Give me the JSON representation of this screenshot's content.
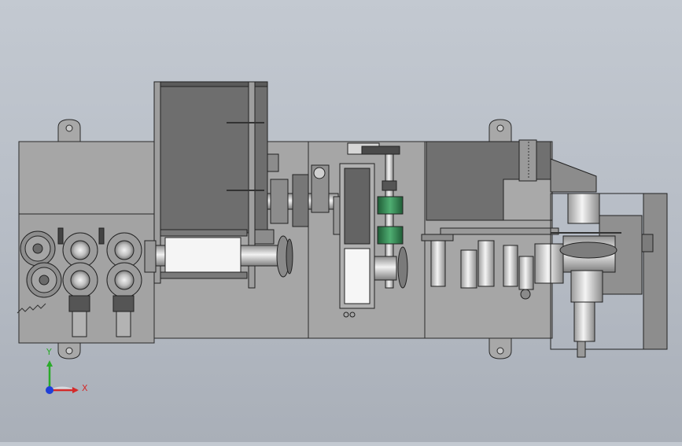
{
  "view": {
    "type": "CAD top view of assembly",
    "background": "#b9bfc8",
    "body_color": "#a8a8a8",
    "dark_panel_color": "#6f6f6f",
    "edge_color": "#2a2a2a",
    "accent_green": "#2f7d4a"
  },
  "triad": {
    "x_label": "X",
    "y_label": "Y",
    "x_color": "#d42a2a",
    "y_color": "#2aaa2a",
    "z_color": "#1f3fd8"
  }
}
